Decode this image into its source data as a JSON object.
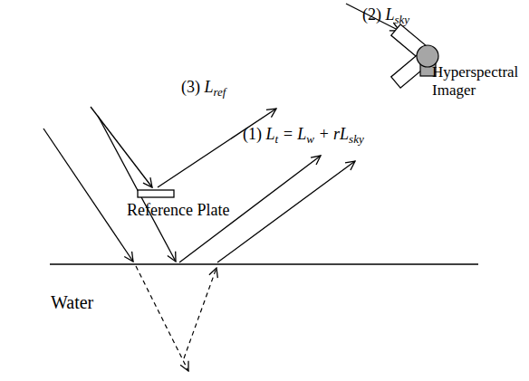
{
  "diagram": {
    "labels": [
      "(1) Lt = Lw + rLsky",
      "(2) Lsky",
      "(3) Lref",
      "Reference Plate",
      "Hyperspectral Imager",
      "Water"
    ]
  }
}
